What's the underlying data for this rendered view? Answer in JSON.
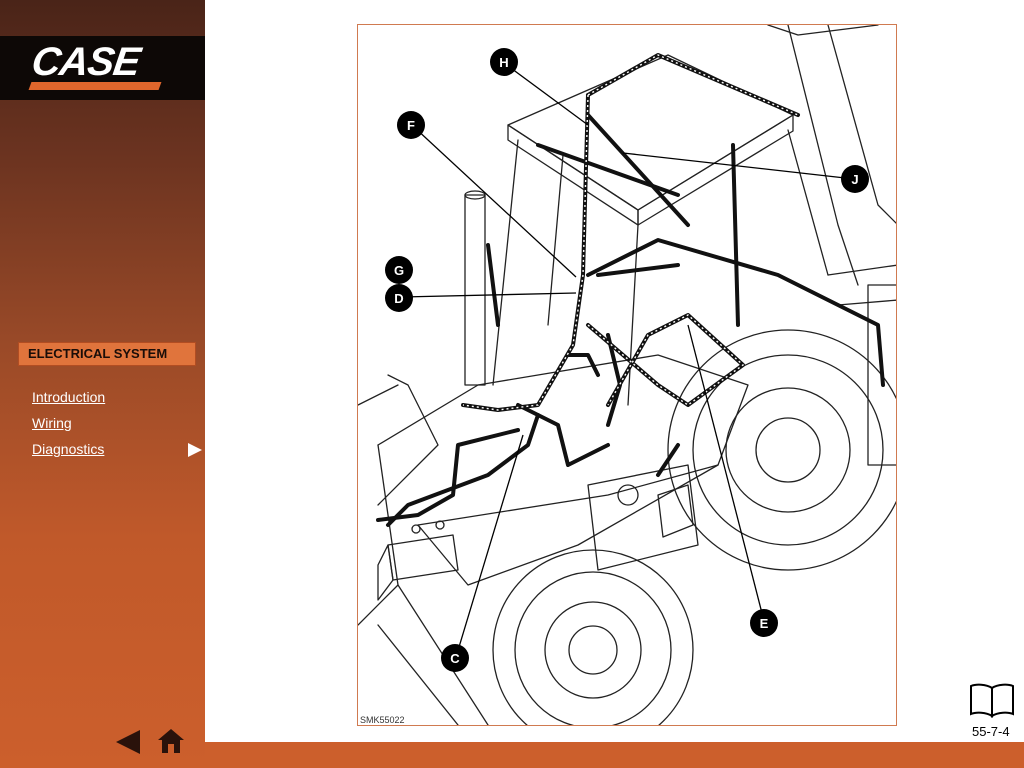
{
  "brand": {
    "logo_text": "CASE"
  },
  "sidebar": {
    "section_title": "ELECTRICAL SYSTEM",
    "items": [
      {
        "label": "Introduction"
      },
      {
        "label": "Wiring"
      },
      {
        "label": "Diagnostics"
      }
    ]
  },
  "figure": {
    "code": "SMK55022",
    "callouts": [
      "H",
      "F",
      "J",
      "G",
      "D",
      "E",
      "C"
    ]
  },
  "footer": {
    "page_number": "55-7-4"
  },
  "icons": {
    "back": "back-arrow-icon",
    "home": "home-icon",
    "manual": "book-icon",
    "nav": "play-arrow-icon"
  },
  "colors": {
    "accent": "#cc5f2c",
    "sidebar_top": "#4a2418",
    "logo_background": "#0d0806",
    "section_title_bg": "#e0743c"
  }
}
